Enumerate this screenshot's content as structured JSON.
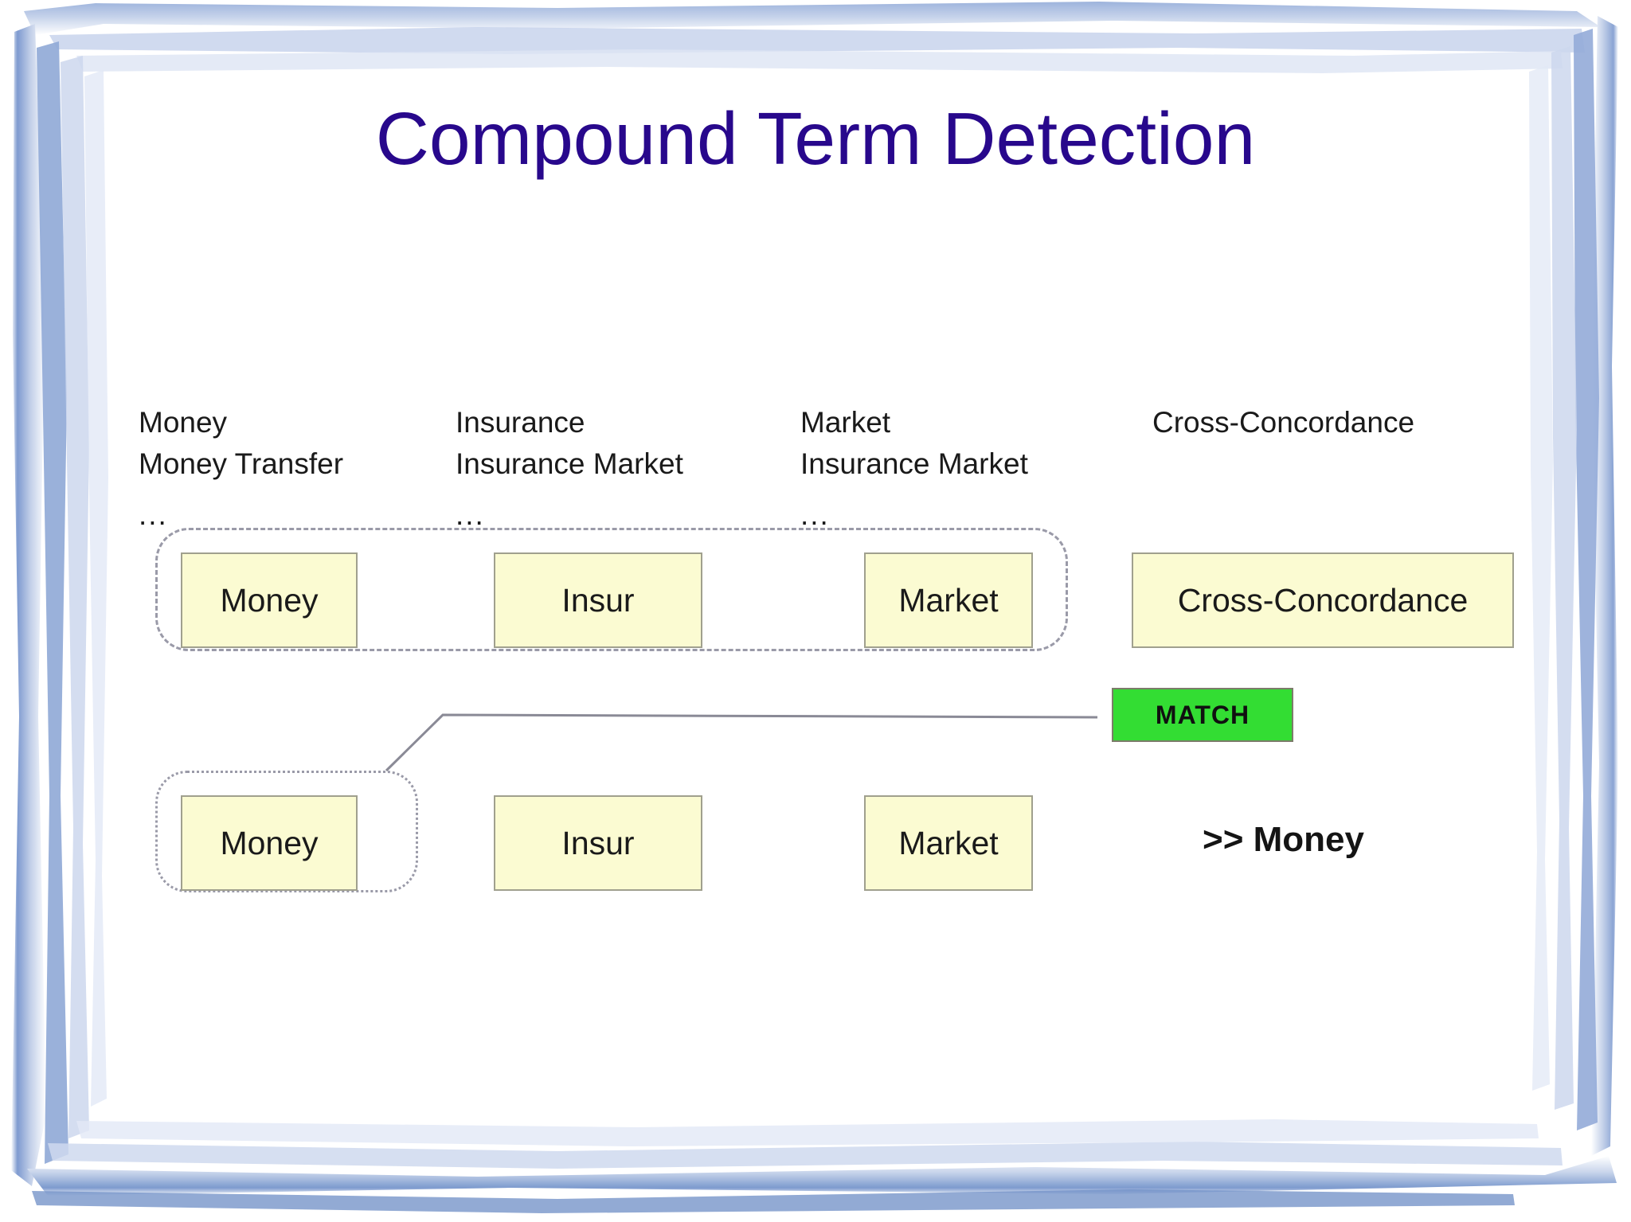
{
  "slide": {
    "title": "Compound Term Detection",
    "title_color": "#28088C",
    "background_color": "#FFFFFF",
    "frame_color": "#8AA4D4"
  },
  "columns": [
    {
      "header": "Money",
      "second_line": "Money Transfer",
      "ellipsis": "...",
      "box_label": "Money"
    },
    {
      "header": "Insurance",
      "second_line": "Insurance Market",
      "ellipsis": "...",
      "box_label": "Insur"
    },
    {
      "header": "Market",
      "second_line": "Insurance Market",
      "ellipsis": "...",
      "box_label": "Market"
    },
    {
      "header": "Cross-Concordance",
      "second_line": "",
      "ellipsis": "",
      "box_label": "Cross-Concordance"
    }
  ],
  "query_row": {
    "boxes": [
      "Money",
      "Insur",
      "Market"
    ]
  },
  "badge": {
    "label": "MATCH",
    "color": "#33DD33",
    "text_color": "#101010"
  },
  "result": {
    "label": ">> Money"
  },
  "box_style": {
    "fill": "#FBFBD2",
    "border": "#A0A08E"
  },
  "group_style": {
    "top_border": "#9A9AA8",
    "bottom_border": "#9A9AA8"
  }
}
